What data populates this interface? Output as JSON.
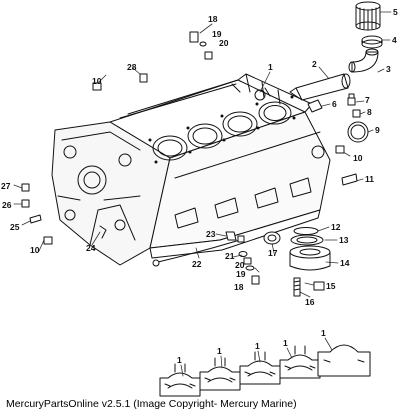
{
  "diagram": {
    "callouts": [
      "1",
      "2",
      "3",
      "4",
      "5",
      "6",
      "7",
      "8",
      "9",
      "10",
      "11",
      "12",
      "13",
      "14",
      "15",
      "16",
      "17",
      "18",
      "19",
      "20",
      "21",
      "22",
      "23",
      "24",
      "25",
      "26",
      "27",
      "28"
    ],
    "caption": "MercuryPartsOnline v2.5.1 (Image Copyright- Mercury Marine)"
  }
}
